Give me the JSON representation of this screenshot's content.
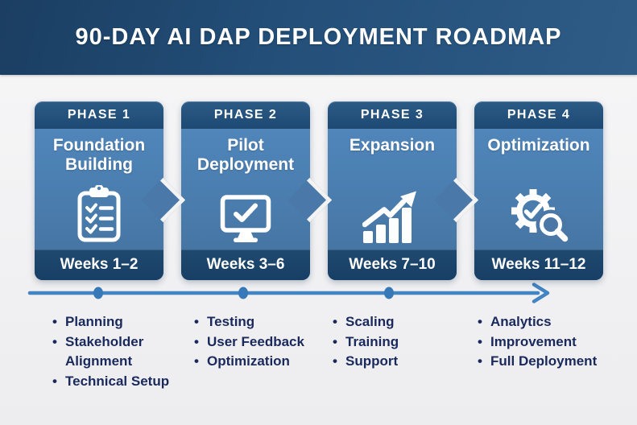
{
  "title": "90-DAY AI DAP DEPLOYMENT ROADMAP",
  "phases": [
    {
      "label": "PHASE 1",
      "title": "Foundation Building",
      "weeks": "Weeks 1–2",
      "icon": "clipboard-checklist-icon",
      "activities": [
        "Planning",
        "Stakeholder Alignment",
        "Technical Setup"
      ]
    },
    {
      "label": "PHASE 2",
      "title": "Pilot Deployment",
      "weeks": "Weeks 3–6",
      "icon": "monitor-check-icon",
      "activities": [
        "Testing",
        "User Feedback",
        "Optimization"
      ]
    },
    {
      "label": "PHASE 3",
      "title": "Expansion",
      "weeks": "Weeks 7–10",
      "icon": "growth-chart-icon",
      "activities": [
        "Scaling",
        "Training",
        "Support"
      ]
    },
    {
      "label": "PHASE 4",
      "title": "Optimization",
      "weeks": "Weeks 11–12",
      "icon": "gear-magnifier-check-icon",
      "activities": [
        "Analytics",
        "Improvement",
        "Full Deployment"
      ]
    }
  ],
  "timeline": {
    "direction": "left-to-right",
    "dots": 3
  },
  "colors": {
    "banner": "#24507a",
    "card_body": "#4d82b4",
    "card_band": "#1e4a75",
    "timeline_line": "#4384c2",
    "timeline_dot": "#3778b8",
    "list_text": "#19295c",
    "background": "#f1f1f2"
  }
}
